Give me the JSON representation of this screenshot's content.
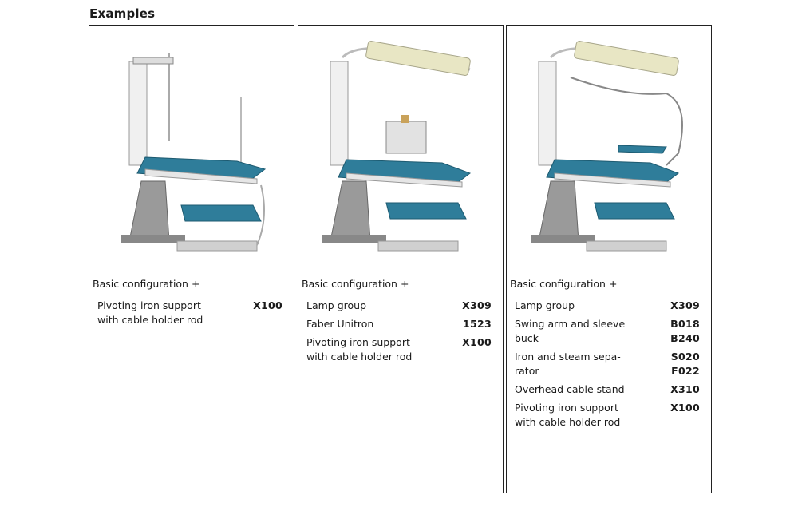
{
  "heading": "Examples",
  "cards": [
    {
      "caption": "Basic configuration +",
      "items": [
        {
          "name": "Pivoting iron support with cable holder rod",
          "code": "X100"
        }
      ]
    },
    {
      "caption": "Basic configuration +",
      "items": [
        {
          "name": "Lamp group",
          "code": "X309"
        },
        {
          "name": "Faber Unitron",
          "code": "1523"
        },
        {
          "name": "Pivoting iron support with cable holder rod",
          "code": "X100"
        }
      ]
    },
    {
      "caption": "Basic configuration +",
      "items": [
        {
          "name": "Lamp group",
          "code": "X309"
        },
        {
          "name": "Swing arm and sleeve buck",
          "code": "B018\nB240"
        },
        {
          "name": "Iron and steam sepa- rator",
          "code": "S020\nF022"
        },
        {
          "name": "Overhead cable stand",
          "code": "X310"
        },
        {
          "name": "Pivoting iron support with cable holder rod",
          "code": "X100"
        }
      ]
    }
  ]
}
